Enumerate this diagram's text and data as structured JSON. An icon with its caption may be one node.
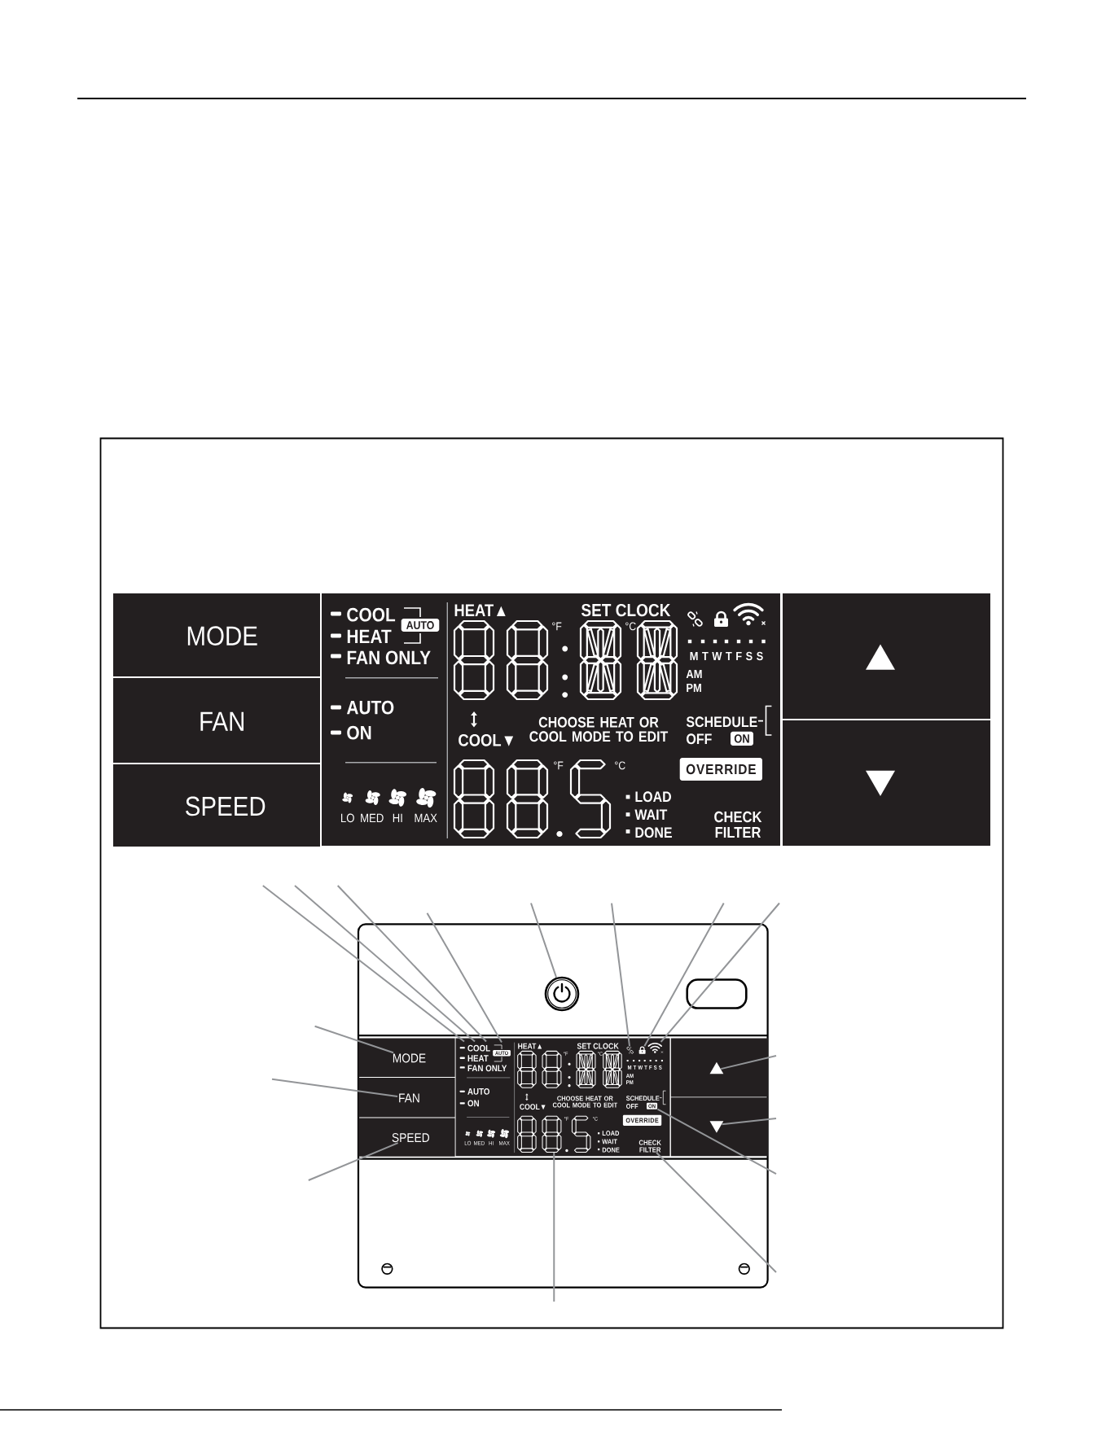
{
  "diagram": {
    "nodes": [
      {
        "text": [
          "MODE"
        ]
      },
      {
        "text": [
          "FAN"
        ]
      },
      {
        "text": [
          "SPEED"
        ]
      },
      {
        "text": [],
        "shape": "box"
      },
      {
        "text": [
          "COOL"
        ],
        "in": 3
      },
      {
        "text": [
          "AUTO"
        ],
        "in": 3
      },
      {
        "text": [
          "HEAT"
        ],
        "in": 3
      },
      {
        "text": [
          "FAN ONLY"
        ],
        "in": 3
      },
      {
        "text": [
          "AUTO"
        ],
        "in": 3
      },
      {
        "text": [
          "ON"
        ],
        "in": 3
      },
      {
        "text": [
          "LO"
        ],
        "in": 3
      },
      {
        "text": [
          "MED"
        ],
        "in": 3
      },
      {
        "text": [
          "HI"
        ],
        "in": 3
      },
      {
        "text": [
          "MAX"
        ],
        "in": 3
      },
      {
        "text": [
          "HEAT▲"
        ],
        "in": 3
      },
      {
        "text": [
          "SET CLOCK"
        ],
        "in": 3
      },
      {
        "text": [],
        "shape": "picture",
        "in": 3
      },
      {
        "text": [],
        "shape": "picture",
        "in": 3
      },
      {
        "text": [],
        "shape": "picture",
        "in": 3
      },
      {
        "text": [
          "°F",
          "°C"
        ],
        "in": 3
      },
      {
        "text": [
          "M T W T F S S"
        ],
        "in": 3
      },
      {
        "text": [
          "AM"
        ],
        "in": 3
      },
      {
        "text": [
          "PM"
        ],
        "in": 3
      },
      {
        "text": [
          "COOL▼"
        ],
        "in": 3
      },
      {
        "text": [
          "CHOOSE HEAT OR COOL MODE TO EDIT"
        ],
        "in": 3
      },
      {
        "text": [
          "SCHEDULE"
        ],
        "in": 3
      },
      {
        "text": [
          "OFF"
        ],
        "in": 3
      },
      {
        "text": [
          "ON"
        ],
        "in": 3
      },
      {
        "text": [
          "°F",
          "°C"
        ],
        "in": 3
      },
      {
        "text": [
          "OVERRIDE"
        ],
        "in": 3
      },
      {
        "text": [
          "LOAD"
        ],
        "in": 3
      },
      {
        "text": [
          "WAIT"
        ],
        "in": 3
      },
      {
        "text": [
          "DONE"
        ],
        "in": 3
      },
      {
        "text": [
          "CHECK FILTER"
        ],
        "in": 3
      },
      {
        "text": [],
        "shape": "box"
      },
      {
        "text": [],
        "shape": "triangle",
        "in": 34
      },
      {
        "text": [],
        "shape": "box"
      },
      {
        "text": [],
        "shape": "triangle",
        "in": 36
      },
      {
        "text": [],
        "shape": "box"
      },
      {
        "text": [],
        "shape": "circle",
        "in": 38
      },
      {
        "text": [],
        "shape": "box",
        "in": 38
      },
      {
        "text": [
          "MODE"
        ],
        "in": 38
      },
      {
        "text": [
          "FAN"
        ],
        "in": 38
      },
      {
        "text": [
          "SPEED"
        ],
        "in": 38
      },
      {
        "text": [],
        "shape": "box",
        "in": 38
      },
      {
        "text": [
          "COOL"
        ],
        "in": 44
      },
      {
        "text": [
          "AUTO"
        ],
        "in": 44
      },
      {
        "text": [
          "HEAT"
        ],
        "in": 44
      },
      {
        "text": [
          "FAN ONLY"
        ],
        "in": 44
      },
      {
        "text": [
          "AUTO"
        ],
        "in": 44
      },
      {
        "text": [
          "ON"
        ],
        "in": 44
      },
      {
        "text": [
          "LO"
        ],
        "in": 44
      },
      {
        "text": [
          "MED"
        ],
        "in": 44
      },
      {
        "text": [
          "HI"
        ],
        "in": 44
      },
      {
        "text": [
          "MAX"
        ],
        "in": 44
      },
      {
        "text": [
          "HEAT▲"
        ],
        "in": 44
      },
      {
        "text": [
          "SET CLOCK"
        ],
        "in": 44
      },
      {
        "text": [],
        "shape": "picture",
        "in": 44
      },
      {
        "text": [],
        "shape": "picture",
        "in": 44
      },
      {
        "text": [],
        "shape": "picture",
        "in": 44
      },
      {
        "text": [
          "°F",
          "°C"
        ],
        "in": 44
      },
      {
        "text": [
          "M T W T F S S"
        ],
        "in": 44
      },
      {
        "text": [
          "AM"
        ],
        "in": 44
      },
      {
        "text": [
          "PM"
        ],
        "in": 44
      },
      {
        "text": [
          "COOL▼"
        ],
        "in": 44
      },
      {
        "text": [
          "CHOOSE HEAT OR COOL MODE TO EDIT"
        ],
        "in": 44
      },
      {
        "text": [
          "SCHEDULE"
        ],
        "in": 44
      },
      {
        "text": [
          "OFF"
        ],
        "in": 44
      },
      {
        "text": [
          "ON"
        ],
        "in": 44
      },
      {
        "text": [
          "°F",
          "°C"
        ],
        "in": 44
      },
      {
        "text": [
          "OVERRIDE"
        ],
        "in": 44
      },
      {
        "text": [
          "LOAD"
        ],
        "in": 44
      },
      {
        "text": [
          "WAIT"
        ],
        "in": 44
      },
      {
        "text": [
          "DONE"
        ],
        "in": 44
      },
      {
        "text": [
          "CHECK FILTER"
        ],
        "in": 44
      },
      {
        "text": [],
        "shape": "box",
        "in": 38
      },
      {
        "text": [],
        "shape": "triangle",
        "in": 75
      },
      {
        "text": [],
        "shape": "box",
        "in": 38
      },
      {
        "text": [],
        "shape": "triangle",
        "in": 77
      }
    ],
    "edges": [
      {
        "from": null,
        "to": 45,
        "arrow": "none"
      },
      {
        "from": null,
        "to": 47,
        "arrow": "none"
      },
      {
        "from": null,
        "to": 48,
        "arrow": "none"
      },
      {
        "from": null,
        "to": 46,
        "arrow": "none"
      },
      {
        "from": null,
        "to": 39,
        "arrow": "none"
      },
      {
        "from": null,
        "to": 57,
        "arrow": "none"
      },
      {
        "from": null,
        "to": 58,
        "arrow": "none"
      },
      {
        "from": null,
        "to": 59,
        "arrow": "none"
      },
      {
        "from": null,
        "to": 41,
        "arrow": "none"
      },
      {
        "from": null,
        "to": 76,
        "arrow": "none"
      },
      {
        "from": null,
        "to": 42,
        "arrow": "none"
      },
      {
        "from": null,
        "to": 78,
        "arrow": "none"
      },
      {
        "from": null,
        "to": 68,
        "arrow": "none"
      },
      {
        "from": null,
        "to": 43,
        "arrow": "none"
      },
      {
        "from": null,
        "to": 74,
        "arrow": "none"
      },
      {
        "from": null,
        "to": 69,
        "arrow": "none"
      }
    ]
  }
}
